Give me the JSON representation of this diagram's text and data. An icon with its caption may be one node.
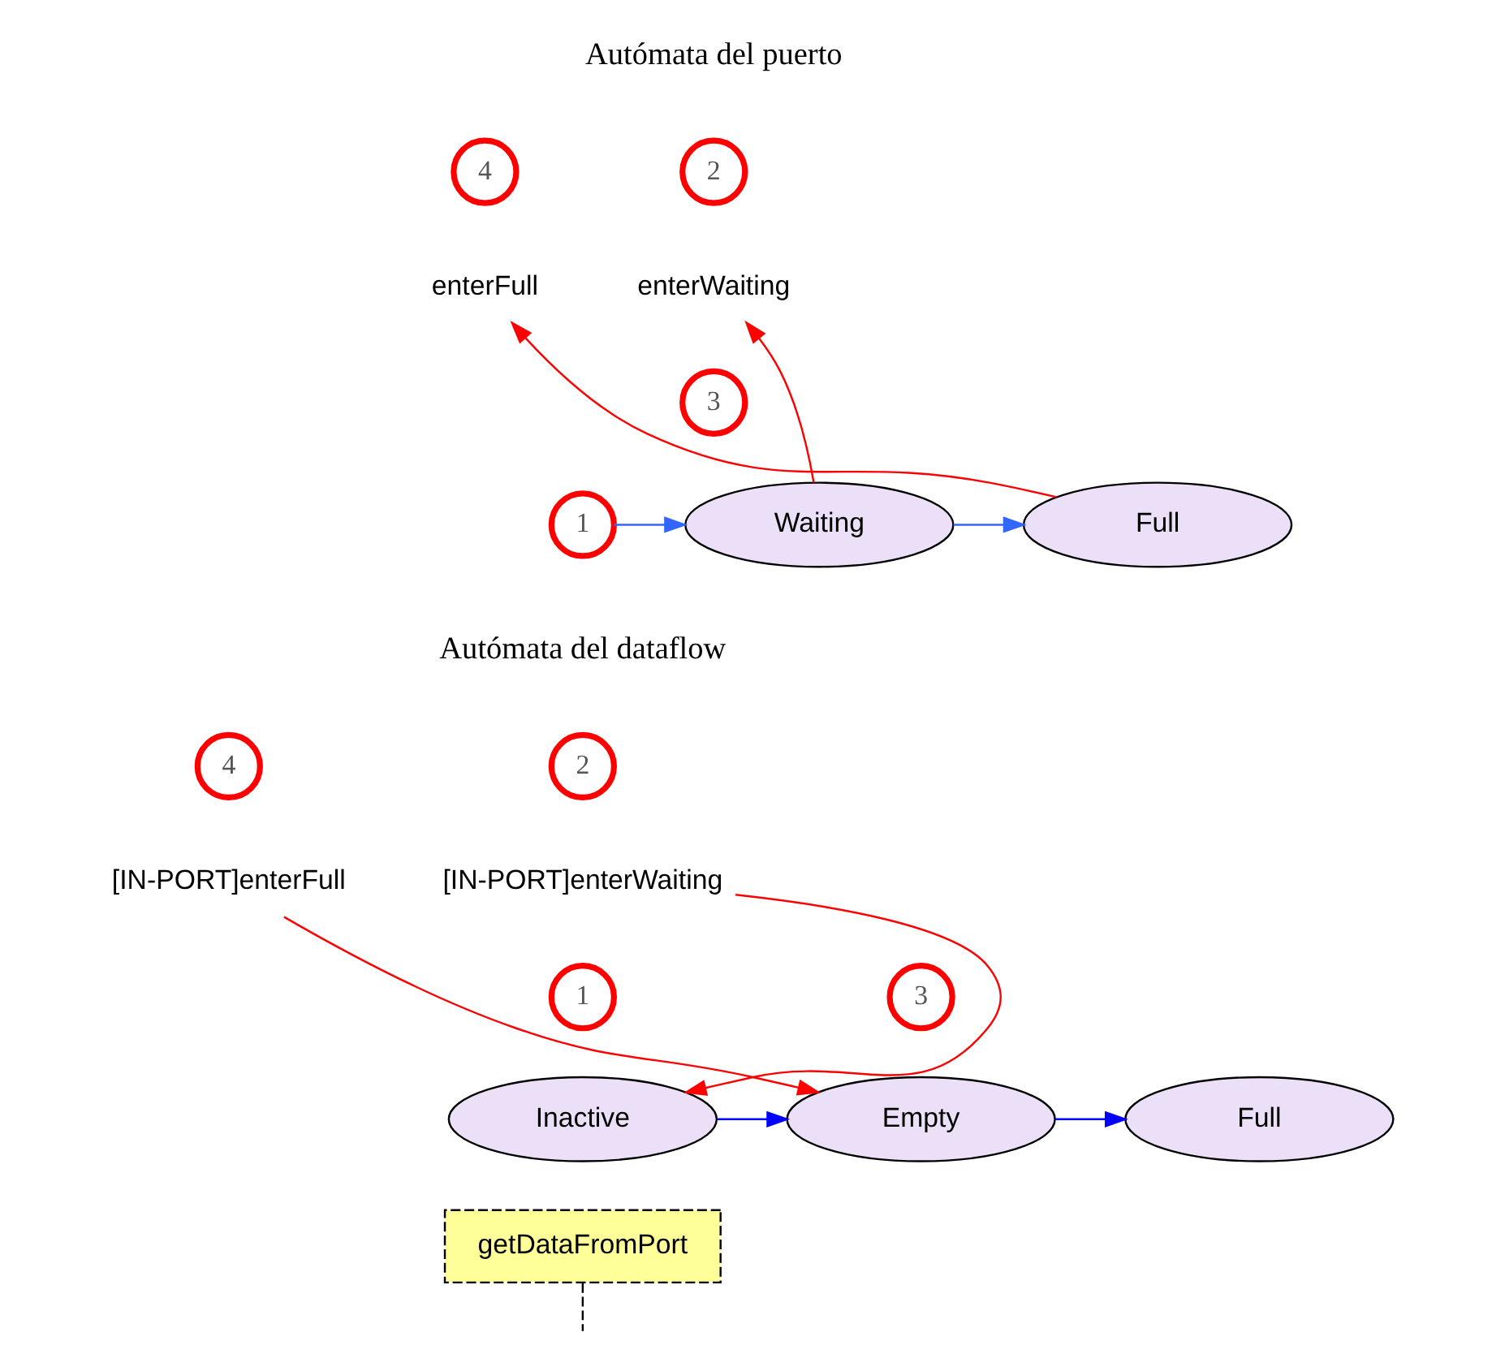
{
  "diagram": {
    "nodes": [
      {
        "text": [
          "2"
        ]
      },
      {
        "text": [
          "4"
        ]
      },
      {
        "text": [
          "enterWaiting"
        ]
      },
      {
        "text": [
          "enterFull"
        ]
      },
      {
        "text": [
          "3"
        ]
      },
      {
        "text": [
          "1"
        ]
      },
      {
        "text": [
          "Waiting"
        ]
      },
      {
        "text": [
          "Full"
        ]
      },
      {
        "text": [
          "2"
        ]
      },
      {
        "text": [
          "4"
        ]
      },
      {
        "text": [
          "[IN-PORT]enterWaiting"
        ]
      },
      {
        "text": [
          "[IN-PORT]enterFull"
        ]
      },
      {
        "text": [
          "1"
        ]
      },
      {
        "text": [
          "3"
        ]
      },
      {
        "text": [
          "Inactive"
        ]
      },
      {
        "text": [
          "Empty"
        ]
      },
      {
        "text": [
          "Full"
        ]
      },
      {
        "text": [
          "getDataFromPort"
        ]
      }
    ],
    "edges": [
      {
        "from": 5,
        "to": 6,
        "arrow": "to",
        "color": "#3366ff"
      },
      {
        "from": 6,
        "to": 2,
        "arrow": "to",
        "color": "#ff0000"
      },
      {
        "from": 6,
        "to": 7,
        "arrow": "to",
        "color": "#3366ff"
      },
      {
        "from": 7,
        "to": 3,
        "arrow": "to",
        "color": "#ff0000"
      },
      {
        "from": 10,
        "to": 14,
        "arrow": "to",
        "color": "#ff0000"
      },
      {
        "from": 11,
        "to": 15,
        "arrow": "to",
        "color": "#ff0000"
      },
      {
        "from": 14,
        "to": 15,
        "arrow": "to",
        "color": "#0000ff"
      },
      {
        "from": 15,
        "to": 16,
        "arrow": "to",
        "color": "#0000ff"
      },
      {
        "from": 17,
        "to": null,
        "arrow": "none",
        "style": "dashed",
        "color": "#000000"
      }
    ],
    "labels": [
      "Autómata del puerto",
      "Autómata del dataflow"
    ]
  }
}
